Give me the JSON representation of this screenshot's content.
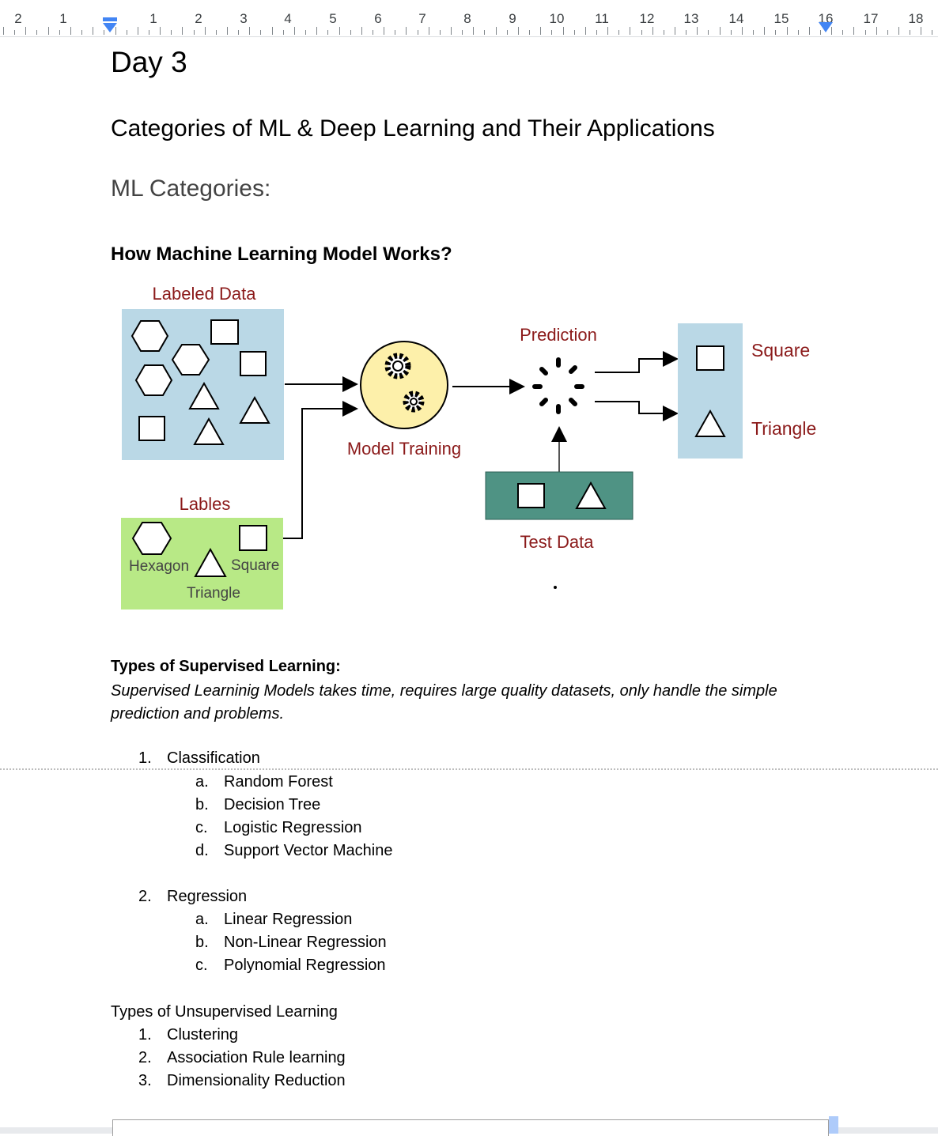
{
  "ruler": {
    "numbers": [
      "2",
      "1",
      "1",
      "2",
      "3",
      "4",
      "5",
      "6",
      "7",
      "8",
      "9",
      "10",
      "11",
      "12",
      "13",
      "14",
      "15",
      "16",
      "17",
      "18"
    ]
  },
  "document": {
    "title": "Day 3",
    "heading2": "Categories of ML & Deep Learning and Their Applications",
    "heading3": "ML Categories:",
    "heading4": "How Machine Learning Model Works?"
  },
  "diagram": {
    "labeled_data": "Labeled Data",
    "prediction": "Prediction",
    "square_out": "Square",
    "triangle_out": "Triangle",
    "model_training": "Model Training",
    "lables": "Lables",
    "test_data": "Test Data",
    "hexagon": "Hexagon",
    "square": "Square",
    "triangle": "Triangle",
    "colors": {
      "labeled_bg": "#bad8e6",
      "labels_bg": "#b8e986",
      "test_bg": "#4f9384",
      "model_bg": "#fdf0aa",
      "label_text": "#8b1a1a"
    }
  },
  "supervised": {
    "heading": "Types of Supervised Learning:",
    "description": "Supervised Learninig Models takes time, requires large quality datasets, only handle the simple prediction and problems.",
    "items": [
      {
        "marker": "1.",
        "label": "Classification",
        "sub": [
          {
            "marker": "a.",
            "label": "Random Forest"
          },
          {
            "marker": "b.",
            "label": "Decision Tree"
          },
          {
            "marker": "c.",
            "label": "Logistic Regression"
          },
          {
            "marker": "d.",
            "label": "Support Vector Machine"
          }
        ]
      },
      {
        "marker": "2.",
        "label": "Regression",
        "sub": [
          {
            "marker": "a.",
            "label": "Linear Regression"
          },
          {
            "marker": "b.",
            "label": "Non-Linear Regression"
          },
          {
            "marker": "c.",
            "label": "Polynomial Regression"
          }
        ]
      }
    ]
  },
  "unsupervised": {
    "heading": "Types of Unsupervised Learning",
    "items": [
      {
        "marker": "1.",
        "label": "Clustering"
      },
      {
        "marker": "2.",
        "label": "Association Rule learning"
      },
      {
        "marker": "3.",
        "label": "Dimensionality Reduction"
      }
    ]
  }
}
